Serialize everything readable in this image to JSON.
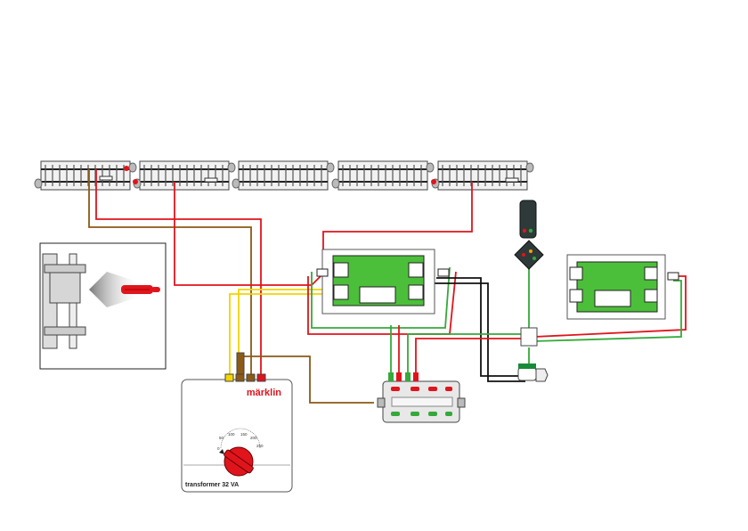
{
  "transformer": {
    "brand": "märklin",
    "label": "transformer 32 VA",
    "scale_ticks": [
      "0",
      "50",
      "100",
      "150",
      "200",
      "250"
    ]
  },
  "colors": {
    "track_bed": "#f1f1f1",
    "rail": "#222222",
    "wire_red": "#e0141c",
    "wire_brown": "#8a5a16",
    "wire_yellow": "#f2d400",
    "wire_green": "#35a93a",
    "wire_black": "#111111",
    "pcb_green": "#4cbf3a",
    "signal_dark": "#2e3a3a"
  },
  "icons": {
    "plug": "red-plug-icon",
    "signal": "color-light-signal-icon",
    "dial": "speed-dial-icon"
  }
}
